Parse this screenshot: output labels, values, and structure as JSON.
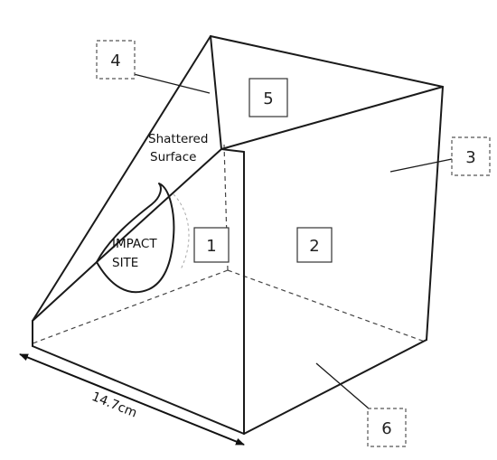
{
  "labels": {
    "face_1": "1",
    "face_2": "2",
    "face_3": "3",
    "face_4": "4",
    "face_5": "5",
    "face_6": "6",
    "shattered_line1": "Shattered",
    "shattered_line2": "Surface",
    "impact_line1": "IMPACT",
    "impact_line2": "SITE",
    "dimension": "14.7cm"
  }
}
